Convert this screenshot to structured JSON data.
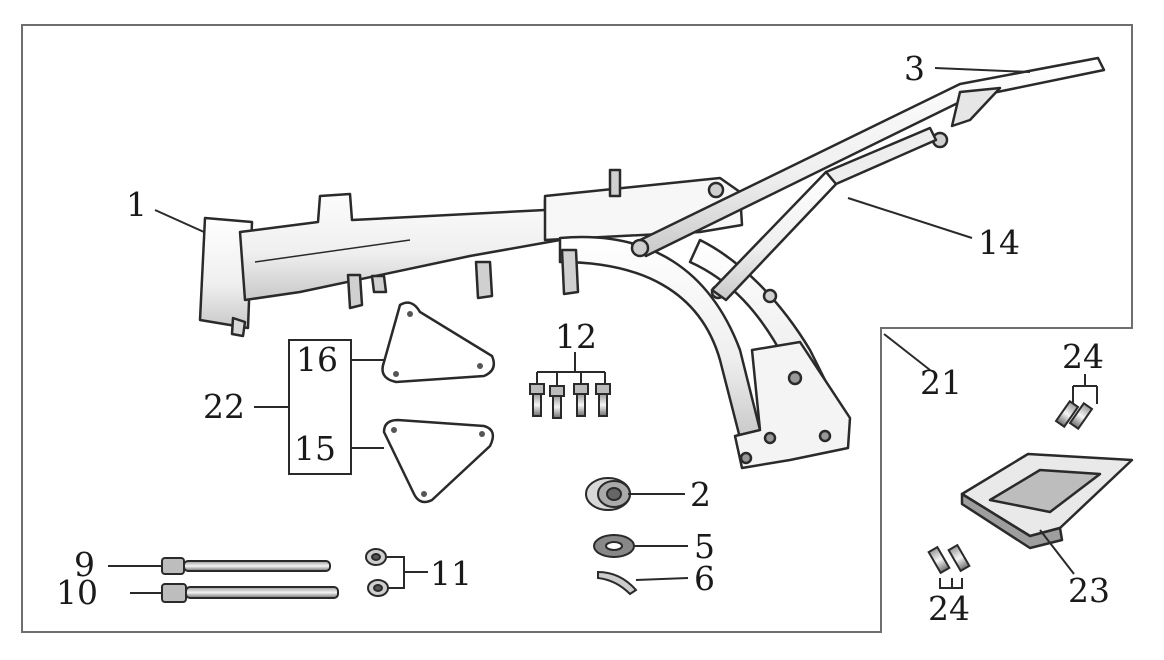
{
  "diagram": {
    "callouts": [
      {
        "id": "c1",
        "text": "1"
      },
      {
        "id": "c2",
        "text": "2"
      },
      {
        "id": "c3",
        "text": "3"
      },
      {
        "id": "c5",
        "text": "5"
      },
      {
        "id": "c6",
        "text": "6"
      },
      {
        "id": "c9",
        "text": "9"
      },
      {
        "id": "c10",
        "text": "10"
      },
      {
        "id": "c11",
        "text": "11"
      },
      {
        "id": "c12",
        "text": "12"
      },
      {
        "id": "c14",
        "text": "14"
      },
      {
        "id": "c15",
        "text": "15"
      },
      {
        "id": "c16",
        "text": "16"
      },
      {
        "id": "c21",
        "text": "21"
      },
      {
        "id": "c22",
        "text": "22"
      },
      {
        "id": "c23",
        "text": "23"
      },
      {
        "id": "c24a",
        "text": "24"
      },
      {
        "id": "c24b",
        "text": "24"
      }
    ]
  },
  "colors": {
    "line": "#2a2a2a",
    "part_fill": "#f2f2f2",
    "part_shade": "#bdbdbd",
    "border": "#6e6e6e"
  }
}
